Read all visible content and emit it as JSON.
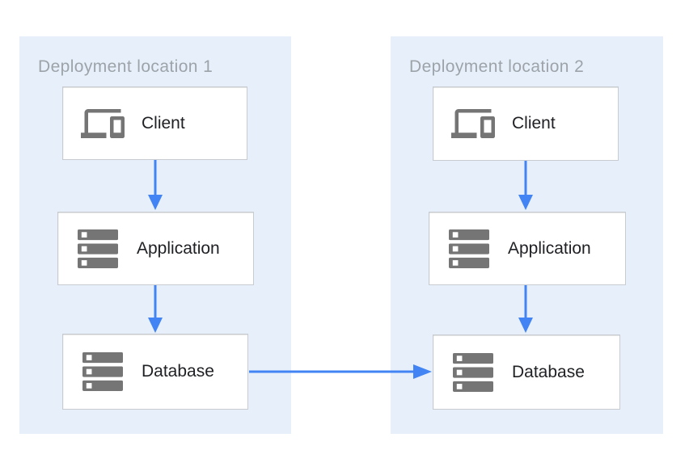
{
  "diagram": {
    "panels": [
      {
        "title": "Deployment location 1",
        "nodes": [
          {
            "label": "Client",
            "icon": "devices-icon"
          },
          {
            "label": "Application",
            "icon": "server-stack-icon"
          },
          {
            "label": "Database",
            "icon": "server-stack-icon"
          }
        ]
      },
      {
        "title": "Deployment location 2",
        "nodes": [
          {
            "label": "Client",
            "icon": "devices-icon"
          },
          {
            "label": "Application",
            "icon": "server-stack-icon"
          },
          {
            "label": "Database",
            "icon": "server-stack-icon"
          }
        ]
      }
    ],
    "connections": [
      {
        "from": "client-1",
        "to": "application-1",
        "direction": "down"
      },
      {
        "from": "application-1",
        "to": "database-1",
        "direction": "down"
      },
      {
        "from": "client-2",
        "to": "application-2",
        "direction": "down"
      },
      {
        "from": "application-2",
        "to": "database-2",
        "direction": "down"
      },
      {
        "from": "database-1",
        "to": "database-2",
        "direction": "right"
      }
    ],
    "colors": {
      "panel_background": "#e7f0fa",
      "node_background": "#ffffff",
      "node_border": "#c8ccd0",
      "title_text": "#9da3a9",
      "label_text": "#202124",
      "icon_gray": "#757575",
      "arrow_blue": "#4284f4"
    }
  }
}
